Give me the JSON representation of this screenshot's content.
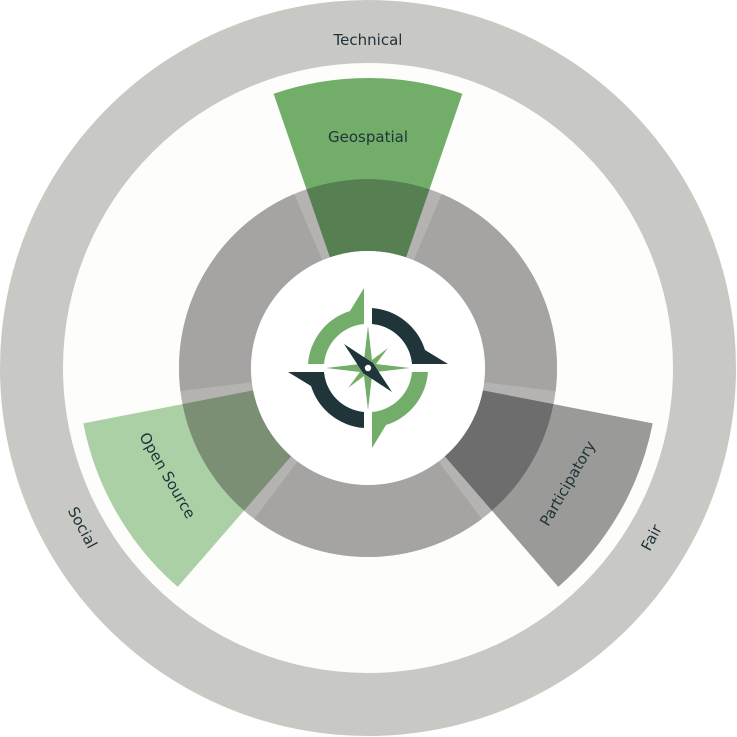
{
  "ring_labels": {
    "technical": "Technical",
    "social": "Social",
    "fair": "Fair"
  },
  "wedges": {
    "geospatial": {
      "label": "Geospatial",
      "color": "#72ae6a",
      "overlap": "#567f52"
    },
    "open_source": {
      "label": "Open Source",
      "color": "#acd0a5",
      "overlap": "#7a8f74"
    },
    "participatory": {
      "label": "Participatory",
      "color": "#9a9b98",
      "overlap": "#6c6d6c"
    }
  },
  "colors": {
    "outer_ring": "#c8c8c4",
    "inner_ring": "#a5a4a2",
    "dark": "#20353a",
    "green": "#72ae6a"
  }
}
